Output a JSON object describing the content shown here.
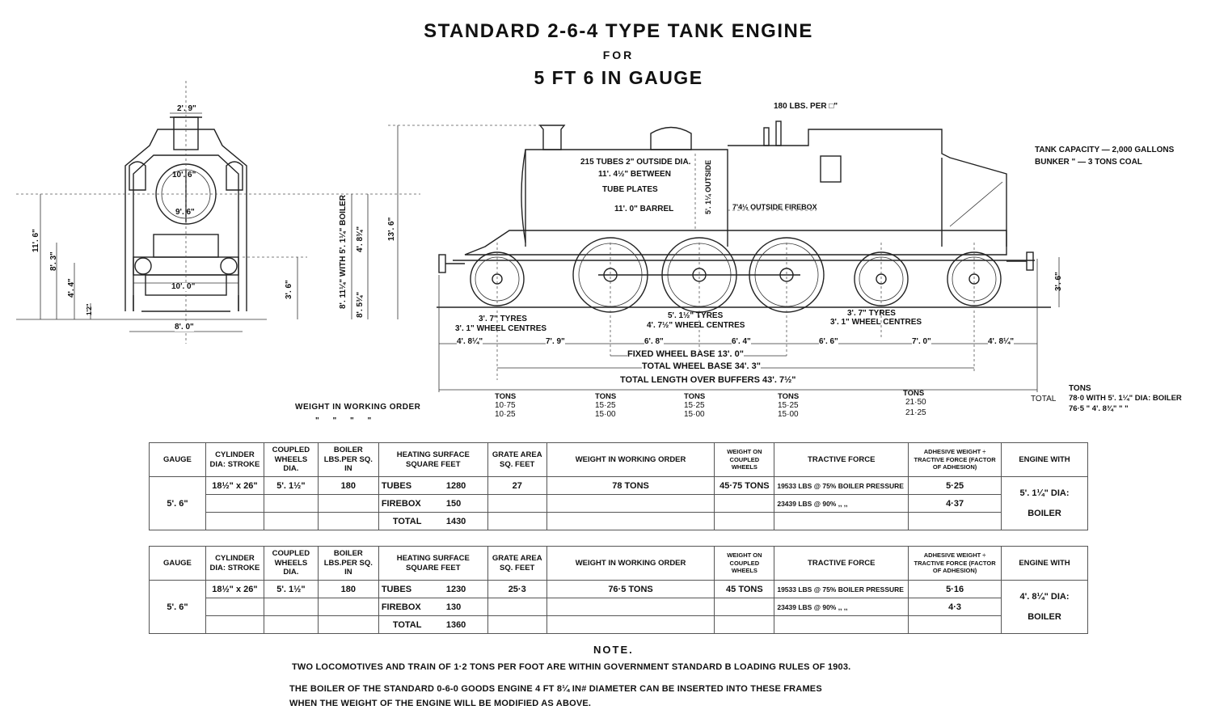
{
  "title": {
    "line1": "STANDARD 2-6-4 TYPE TANK ENGINE",
    "line2": "FOR",
    "line3": "5 FT  6 IN  GAUGE"
  },
  "capacity": {
    "tank": "TANK CAPACITY  — 2,000 GALLONS",
    "bunker": "BUNKER   \"      — 3 TONS COAL"
  },
  "annotations": {
    "pressure": "180 LBS. PER □\"",
    "tubes1": "215 TUBES 2\" OUTSIDE DIA.",
    "tubes2": "11'. 4½\" BETWEEN",
    "tubes3": "TUBE PLATES",
    "barrel": "11'. 0\" BARREL",
    "firebox": "7'4½ OUTSIDE FIREBOX",
    "boiler_outside": "5'. 1¼ OUTSIDE",
    "front_tyres1": "3'. 7\" TYRES",
    "front_tyres2": "3'. 1\" WHEEL CENTRES",
    "mid_tyres1": "5'. 1½\" TYRES",
    "mid_tyres2": "4'. 7½\" WHEEL CENTRES",
    "rear_tyres1": "3'. 7\" TYRES",
    "rear_tyres2": "3'. 1\" WHEEL CENTRES",
    "fixed_base": "FIXED WHEEL BASE 13'. 0\"",
    "total_base": "TOTAL WHEEL BASE 34'. 3\"",
    "total_length": "TOTAL LENGTH OVER BUFFERS 43'. 7½\"",
    "height_side": "13'. 6\"",
    "buffer_height": "3'. 6\"",
    "boiler_centre_a": "8'. 11¼\" WITH 5'. 1¼\" BOILER",
    "boiler_centre_b": "8'. 5¾\"",
    "boiler_centre_c": "4'. 8¾\"",
    "end_width_top": "2'. 9\"",
    "end_dia1": "10'. 6\"",
    "end_dia2": "9'. 6\"",
    "end_width_mid": "10'. 0\"",
    "end_width_bottom": "8'. 0\"",
    "end_h1": "11'. 6\"",
    "end_h2": "8'. 3\"",
    "end_h3": "4'. 4\"",
    "end_h4": "1'2\"",
    "end_h5": "3'. 6\""
  },
  "spacings": [
    "4'. 8¼\"",
    "7'. 9\"",
    "6'. 8\"",
    "6'. 4\"",
    "6'. 6\"",
    "7'. 0\"",
    "4'. 8¼\""
  ],
  "weights": {
    "label": "WEIGHT IN WORKING ORDER",
    "ditto": "\"    \"    \"    \"",
    "unit": "TONS",
    "axles": [
      {
        "a": "10·75",
        "b": "10·25"
      },
      {
        "a": "15·25",
        "b": "15·00"
      },
      {
        "a": "15·25",
        "b": "15·00"
      },
      {
        "a": "15·25",
        "b": "15·00"
      },
      {
        "a": "21·50",
        "b": "21·25"
      }
    ],
    "total_label": "TOTAL",
    "total_unit": "TONS",
    "total1": "78·0  WITH  5'. 1¼\" DIA: BOILER",
    "total2": "76·5    \"     4'. 8¾\"    \"        \""
  },
  "tables": [
    {
      "headers": {
        "gauge": "GAUGE",
        "cylinder": "CYLINDER DIA: STROKE",
        "coupled": "COUPLED WHEELS DIA.",
        "boiler": "BOILER LBS.PER SQ. IN",
        "heating": "HEATING SURFACE SQUARE FEET",
        "grate": "GRATE AREA SQ. FEET",
        "weight": "WEIGHT IN WORKING ORDER",
        "weight_coupled": "WEIGHT ON COUPLED WHEELS",
        "tractive": "TRACTIVE FORCE",
        "adhesive": "ADHESIVE WEIGHT ÷ TRACTIVE FORCE (FACTOR OF ADHESION)",
        "engine": "ENGINE WITH"
      },
      "gauge": "5'. 6\"",
      "cylinder": "18½\" x 26\"",
      "coupled": "5'. 1½\"",
      "boiler": "180",
      "tubes_label": "TUBES",
      "tubes": "1280",
      "firebox_label": "FIREBOX",
      "firebox": "150",
      "total_label": "TOTAL",
      "total": "1430",
      "grate": "27",
      "weight": "78 TONS",
      "weight_coupled": "45·75 TONS",
      "tractive1": "19533 LBS @ 75% BOILER PRESSURE",
      "tractive2": "23439 LBS @ 90%   ,,     ,,",
      "adhesion1": "5·25",
      "adhesion2": "4·37",
      "engine1": "5'. 1¼\"  DIA:",
      "engine2": "BOILER"
    },
    {
      "headers": {
        "gauge": "GAUGE",
        "cylinder": "CYLINDER DIA: STROKE",
        "coupled": "COUPLED WHEELS DIA.",
        "boiler": "BOILER LBS.PER SQ. IN",
        "heating": "HEATING SURFACE SQUARE FEET",
        "grate": "GRATE AREA SQ. FEET",
        "weight": "WEIGHT IN WORKING ORDER",
        "weight_coupled": "WEIGHT ON COUPLED WHEELS",
        "tractive": "TRACTIVE FORCE",
        "adhesive": "ADHESIVE WEIGHT ÷ TRACTIVE FORCE (FACTOR OF ADHESION)",
        "engine": "ENGINE WITH"
      },
      "gauge": "5'. 6\"",
      "cylinder": "18½\" x 26\"",
      "coupled": "5'. 1½\"",
      "boiler": "180",
      "tubes_label": "TUBES",
      "tubes": "1230",
      "firebox_label": "FIREBOX",
      "firebox": "130",
      "total_label": "TOTAL",
      "total": "1360",
      "grate": "25·3",
      "weight": "76·5 TONS",
      "weight_coupled": "45 TONS",
      "tractive1": "19533 LBS @ 75% BOILER PRESSURE",
      "tractive2": "23439 LBS @ 90%   ,,     ,,",
      "adhesion1": "5·16",
      "adhesion2": "4·3",
      "engine1": "4'. 8¼\"  DIA:",
      "engine2": "BOILER"
    }
  ],
  "note": {
    "heading": "NOTE.",
    "line1": "TWO LOCOMOTIVES AND TRAIN OF 1·2 TONS PER FOOT ARE WITHIN GOVERNMENT STANDARD B LOADING RULES OF 1903.",
    "line2": "THE BOILER OF THE   STANDARD  0-6-0  GOODS ENGINE 4 FT 8¼ IN# DIAMETER CAN BE INSERTED INTO THESE FRAMES",
    "line3": "WHEN THE WEIGHT OF THE ENGINE WILL BE MODIFIED AS ABOVE."
  }
}
